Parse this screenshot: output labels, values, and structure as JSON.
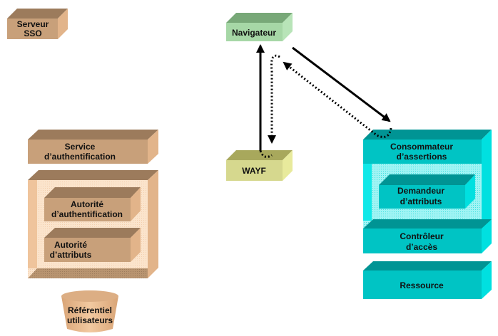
{
  "colors": {
    "tan_front": "#c8a07a",
    "tan_top": "#9c7b5c",
    "tan_side": "#e2b48a",
    "tan_light": "#f5d3b0",
    "tan_inner": "#fbe4cc",
    "tan_bottom": "#b08d6a",
    "green_front": "#a6d7a6",
    "green_top": "#78a878",
    "green_side": "#b8e4b8",
    "olive_front": "#d6d88e",
    "olive_top": "#a8a85c",
    "olive_side": "#e8ea9c",
    "teal_front": "#00c4c4",
    "teal_top": "#009494",
    "teal_side": "#00e0e0",
    "teal_light": "#10e8e8",
    "teal_inner": "#90f0f0",
    "arrow": "#000000"
  },
  "nodes": {
    "serveur_sso": {
      "line1": "Serveur",
      "line2": "SSO"
    },
    "navigateur": {
      "line1": "Navigateur"
    },
    "wayf": {
      "line1": "WAYF"
    },
    "service_auth": {
      "line1": "Service",
      "line2": "d’authentification"
    },
    "autorite_auth": {
      "line1": "Autorité",
      "line2": "d’authentification"
    },
    "autorite_attr": {
      "line1": "Autorité",
      "line2": "d’attributs"
    },
    "referentiel": {
      "line1": "Référentiel",
      "line2": "utilisateurs"
    },
    "consommateur": {
      "line1": "Consommateur",
      "line2": "d’assertions"
    },
    "demandeur": {
      "line1": "Demandeur",
      "line2": "d’attributs"
    },
    "controleur": {
      "line1": "Contrôleur",
      "line2": "d’accès"
    },
    "ressource": {
      "line1": "Ressource"
    }
  },
  "edges": [
    {
      "from": "wayf",
      "to": "navigateur",
      "style": "solid"
    },
    {
      "from": "navigateur",
      "to": "wayf",
      "style": "dotted"
    },
    {
      "from": "navigateur",
      "to": "consommateur",
      "style": "solid"
    },
    {
      "from": "consommateur",
      "to": "navigateur",
      "style": "dotted"
    }
  ]
}
